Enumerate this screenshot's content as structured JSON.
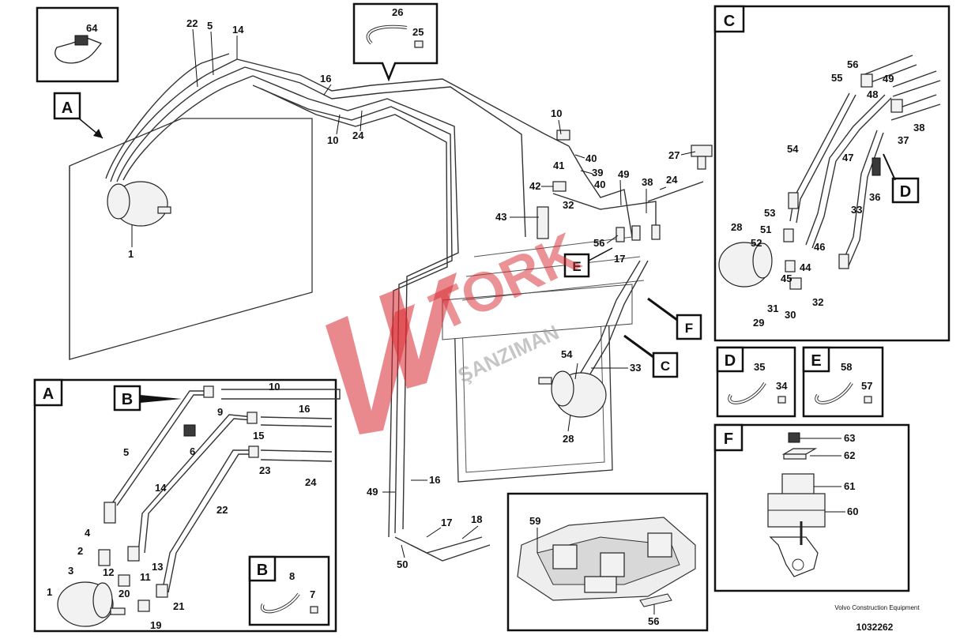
{
  "diagram": {
    "publisher": "Volvo Construction Equipment",
    "document_number": "1032262",
    "watermark_brand": "TORK",
    "watermark_sub": "ŞANZIMAN",
    "watermark_color": "#d8282f",
    "view_labels": {
      "a": "A",
      "b": "B",
      "c": "C",
      "d": "D",
      "e": "E",
      "f": "F"
    },
    "callouts": {
      "main": [
        "64",
        "22",
        "5",
        "14",
        "26",
        "25",
        "16",
        "10",
        "24",
        "10",
        "1",
        "10",
        "40",
        "41",
        "39",
        "42",
        "40",
        "49",
        "38",
        "24",
        "27",
        "43",
        "32",
        "56",
        "17",
        "54",
        "33",
        "28",
        "49",
        "16",
        "17",
        "18",
        "50"
      ],
      "detail_a": [
        "10",
        "9",
        "16",
        "6",
        "15",
        "5",
        "23",
        "24",
        "14",
        "22",
        "4",
        "2",
        "3",
        "12",
        "11",
        "13",
        "1",
        "20",
        "21",
        "19",
        "8",
        "7"
      ],
      "detail_c": [
        "56",
        "55",
        "49",
        "48",
        "38",
        "54",
        "37",
        "47",
        "36",
        "53",
        "28",
        "51",
        "52",
        "46",
        "44",
        "45",
        "31",
        "32",
        "29",
        "30",
        "33"
      ],
      "detail_d": [
        "35",
        "34"
      ],
      "detail_e": [
        "58",
        "57"
      ],
      "detail_f": [
        "63",
        "62",
        "61",
        "60"
      ],
      "detail_59": [
        "59",
        "56"
      ]
    }
  }
}
